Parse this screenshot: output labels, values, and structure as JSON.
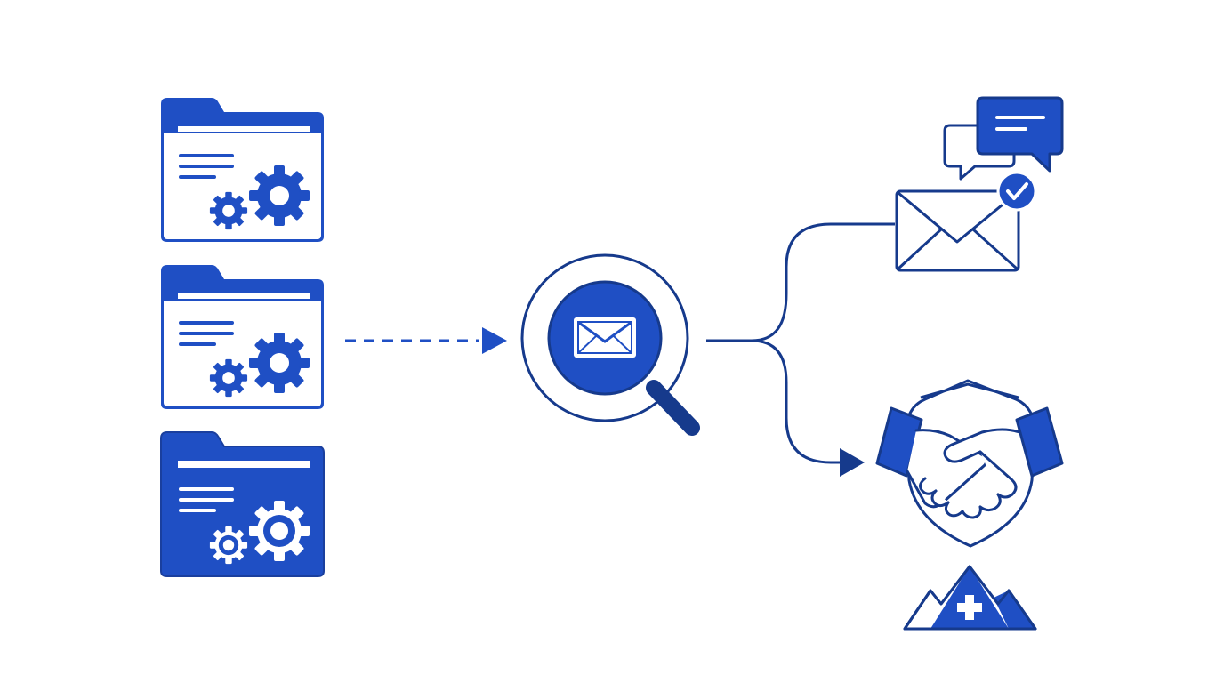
{
  "colors": {
    "primary": "#1F4FC4",
    "primary_dark": "#1A3F9E",
    "navy": "#163A8C",
    "background": "#FFFFFF",
    "white": "#FFFFFF"
  },
  "sources": [
    {
      "icon": "folder-gears-icon",
      "style": "outline"
    },
    {
      "icon": "folder-gears-icon",
      "style": "outline"
    },
    {
      "icon": "folder-gears-icon",
      "style": "filled"
    }
  ],
  "connector_in": {
    "style": "dashed",
    "direction": "right"
  },
  "hub": {
    "icon": "email-search-icon"
  },
  "branches": [
    {
      "icon": "email-verified-icon",
      "extra_icon": "chat-bubbles-icon"
    },
    {
      "icon": "handshake-shield-icon",
      "extra_icon": "mountain-cross-icon"
    }
  ]
}
